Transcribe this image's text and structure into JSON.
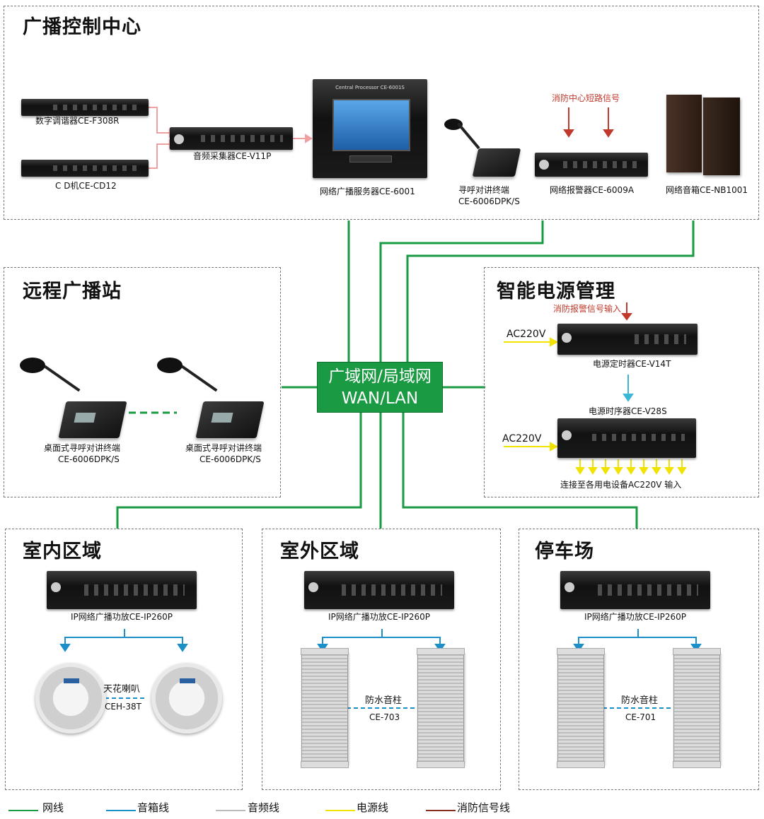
{
  "sections": {
    "control_center": "广播控制中心",
    "remote_station": "远程广播站",
    "power_mgmt": "智能电源管理",
    "indoor": "室内区域",
    "outdoor": "室外区域",
    "parking": "停车场"
  },
  "network": {
    "line1": "广域网/局域网",
    "line2": "WAN/LAN"
  },
  "devices": {
    "tuner": "数字调谐器CE-F308R",
    "cd": "C D机CE-CD12",
    "collector": "音频采集器CE-V11P",
    "server": "网络广播服务器CE-6001",
    "pager_line1": "寻呼对讲终端",
    "pager_line2": "CE-6006DPK/S",
    "fire_signal": "消防中心短路信号",
    "alarm": "网络报警器CE-6009A",
    "net_speaker": "网络音箱CE-NB1001",
    "desk_pager_line1": "桌面式寻呼对讲终端",
    "desk_pager_line2": "CE-6006DPK/S",
    "fire_alarm_input": "消防报警信号输入",
    "ac1": "AC220V",
    "ac2": "AC220V",
    "timer": "电源定时器CE-V14T",
    "sequencer": "电源时序器CE-V28S",
    "power_out": "连接至各用电设备AC220V 输入",
    "amp": "IP网络广播功放CE-IP260P",
    "ceiling_name": "天花喇叭",
    "ceiling_model": "CEH-38T",
    "column_name": "防水音柱",
    "column_model_1": "CE-703",
    "column_model_2": "CE-701"
  },
  "server_screen": {
    "header": "Central Processor CE-6001S"
  },
  "legend": [
    {
      "label": "网线",
      "color": "#1a9a43"
    },
    {
      "label": "音箱线",
      "color": "#1a8fc8"
    },
    {
      "label": "音频线",
      "color": "#bbbbbb"
    },
    {
      "label": "电源线",
      "color": "#f2e200"
    },
    {
      "label": "消防信号线",
      "color": "#8b2d1e"
    }
  ],
  "colors": {
    "network": "#1a9a43",
    "speaker": "#1a8fc8",
    "audio": "#f0a0a0",
    "power": "#f2e200",
    "fire": "#c0392b"
  }
}
